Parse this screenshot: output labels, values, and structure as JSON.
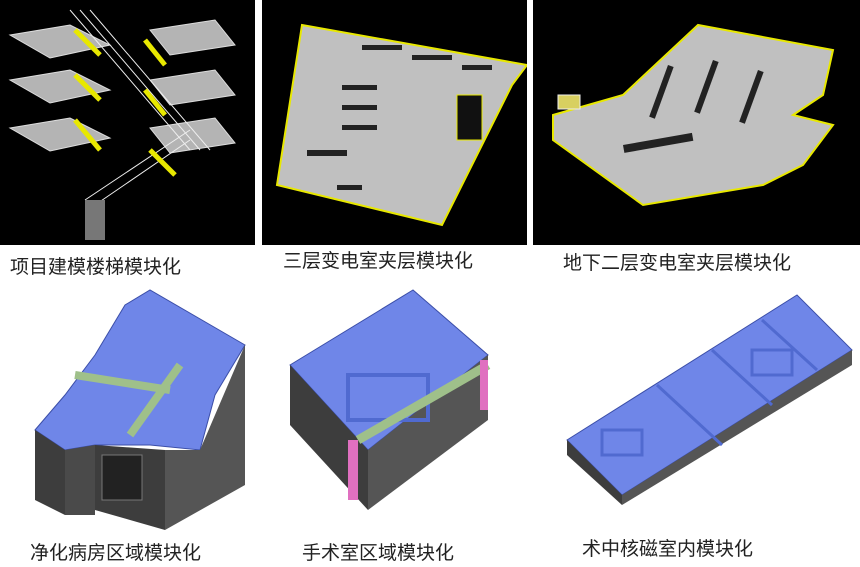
{
  "captions": {
    "stairs": "项目建模楼梯模块化",
    "floor3": "三层变电室夹层模块化",
    "basement2": "地下二层变电室夹层模块化",
    "ward": "净化病房区域模块化",
    "operating": "手术室区域模块化",
    "mri": "术中核磁室内模块化"
  },
  "colors": {
    "slab": "#b4b4b4",
    "accent": "#f0f020",
    "room": "#6f86e8",
    "wall": "#3d3d3d",
    "duct": "#9fc08a",
    "pink": "#e070c0"
  }
}
